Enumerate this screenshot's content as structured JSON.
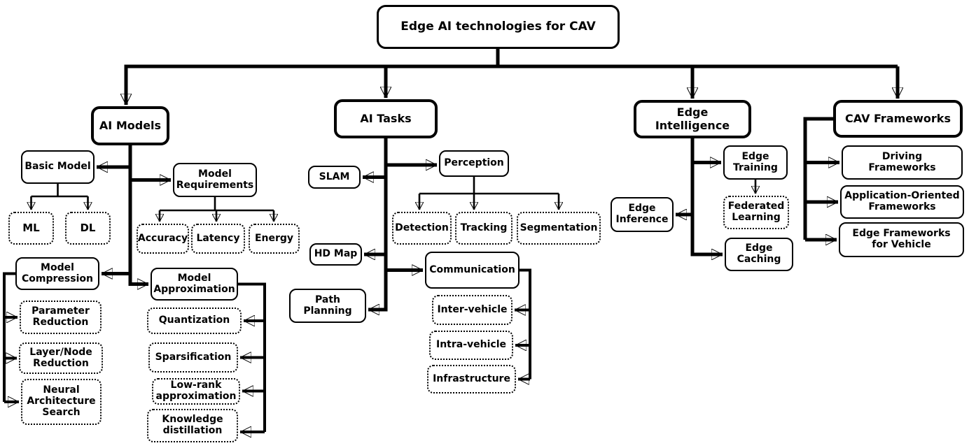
{
  "colors": {
    "ink": "#000000",
    "background": "#ffffff"
  },
  "nodes": {
    "root": "Edge AI technologies for CAV",
    "ai_models": "AI Models",
    "ai_tasks": "AI Tasks",
    "edge_intelligence": "Edge Intelligence",
    "cav_frameworks": "CAV Frameworks",
    "basic_model": "Basic Model",
    "ml": "ML",
    "dl": "DL",
    "model_requirements": "Model\nRequirements",
    "accuracy": "Accuracy",
    "latency": "Latency",
    "energy": "Energy",
    "model_compression": "Model\nCompression",
    "parameter_reduction": "Parameter\nReduction",
    "layer_node_reduction": "Layer/Node\nReduction",
    "neural_architecture_search": "Neural\nArchitecture\nSearch",
    "model_approximation": "Model\nApproximation",
    "quantization": "Quantization",
    "sparsification": "Sparsification",
    "low_rank_approximation": "Low-rank\napproximation",
    "knowledge_distillation": "Knowledge\ndistillation",
    "slam": "SLAM",
    "perception": "Perception",
    "detection": "Detection",
    "tracking": "Tracking",
    "segmentation": "Segmentation",
    "hd_map": "HD Map",
    "communication": "Communication",
    "path_planning": "Path\nPlanning",
    "inter_vehicle": "Inter-vehicle",
    "intra_vehicle": "Intra-vehicle",
    "infrastructure": "Infrastructure",
    "edge_training": "Edge\nTraining",
    "federated_learning": "Federated\nLearning",
    "edge_inference": "Edge\nInference",
    "edge_caching": "Edge\nCaching",
    "driving_frameworks": "Driving\nFrameworks",
    "application_oriented_frameworks": "Application-Oriented\nFrameworks",
    "edge_frameworks_for_vehicle": "Edge Frameworks\nfor Vehicle"
  },
  "hierarchy": {
    "root": [
      "ai_models",
      "ai_tasks",
      "edge_intelligence",
      "cav_frameworks"
    ],
    "ai_models": [
      "basic_model",
      "model_requirements",
      "model_compression",
      "model_approximation"
    ],
    "basic_model": [
      "ml",
      "dl"
    ],
    "model_requirements": [
      "accuracy",
      "latency",
      "energy"
    ],
    "model_compression": [
      "parameter_reduction",
      "layer_node_reduction",
      "neural_architecture_search"
    ],
    "model_approximation": [
      "quantization",
      "sparsification",
      "low_rank_approximation",
      "knowledge_distillation"
    ],
    "ai_tasks": [
      "slam",
      "perception",
      "hd_map",
      "communication",
      "path_planning"
    ],
    "perception": [
      "detection",
      "tracking",
      "segmentation"
    ],
    "communication": [
      "inter_vehicle",
      "intra_vehicle",
      "infrastructure"
    ],
    "edge_intelligence": [
      "edge_training",
      "edge_inference",
      "edge_caching"
    ],
    "edge_training": [
      "federated_learning"
    ],
    "cav_frameworks": [
      "driving_frameworks",
      "application_oriented_frameworks",
      "edge_frameworks_for_vehicle"
    ]
  }
}
